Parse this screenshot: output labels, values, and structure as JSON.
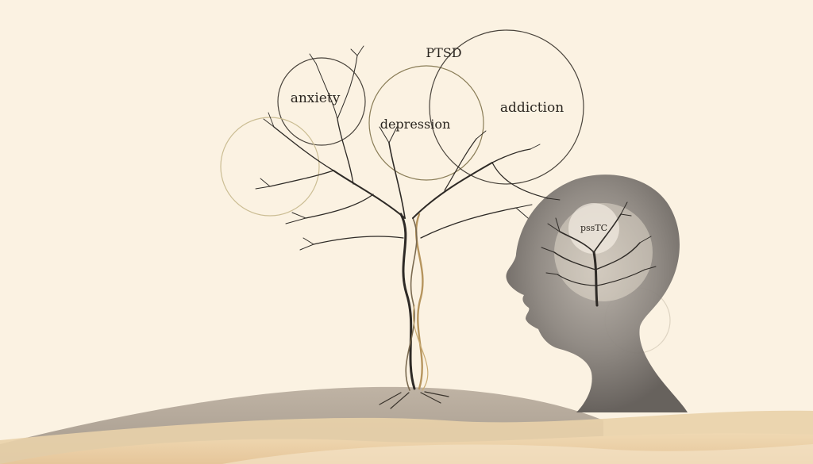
{
  "labels": {
    "anxiety": "anxiety",
    "ptsd": "PTSD",
    "depression": "depression",
    "addiction": "addiction",
    "pssc": "pssTC"
  },
  "colors": {
    "background": "#fbf2e2",
    "ink": "#2b2620",
    "sand": "#e8cfa6",
    "sand_dark": "#d7b787",
    "shadow_gray": "#9a948c",
    "head_gray": "#6f6a66",
    "root_gold": "#b6955e"
  }
}
